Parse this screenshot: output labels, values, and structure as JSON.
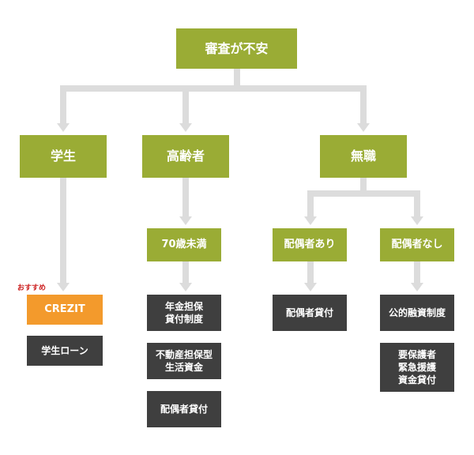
{
  "colors": {
    "node_green": "#9aac35",
    "node_dark": "#3f3f3f",
    "node_orange": "#f39a2c",
    "connector": "#dcdcdc",
    "badge_red": "#cc1f1f"
  },
  "root": {
    "label": "審査が不安"
  },
  "categories": {
    "student": "学生",
    "elderly": "高齢者",
    "unemployed": "無職"
  },
  "sub": {
    "under70": "70歳未満",
    "spouse_yes": "配偶者あり",
    "spouse_no": "配偶者なし"
  },
  "student_options": {
    "badge": "おすすめ",
    "crezit": "CREZIT",
    "student_loan": "学生ローン"
  },
  "elderly_options": {
    "pension": "年金担保\n貸付制度",
    "realestate": "不動産担保型\n生活資金",
    "spouse_loan": "配偶者貸付"
  },
  "spouse_yes_options": {
    "spouse_loan": "配偶者貸付"
  },
  "spouse_no_options": {
    "public": "公的融資制度",
    "emergency": "要保護者\n緊急援護\n資金貸付"
  }
}
